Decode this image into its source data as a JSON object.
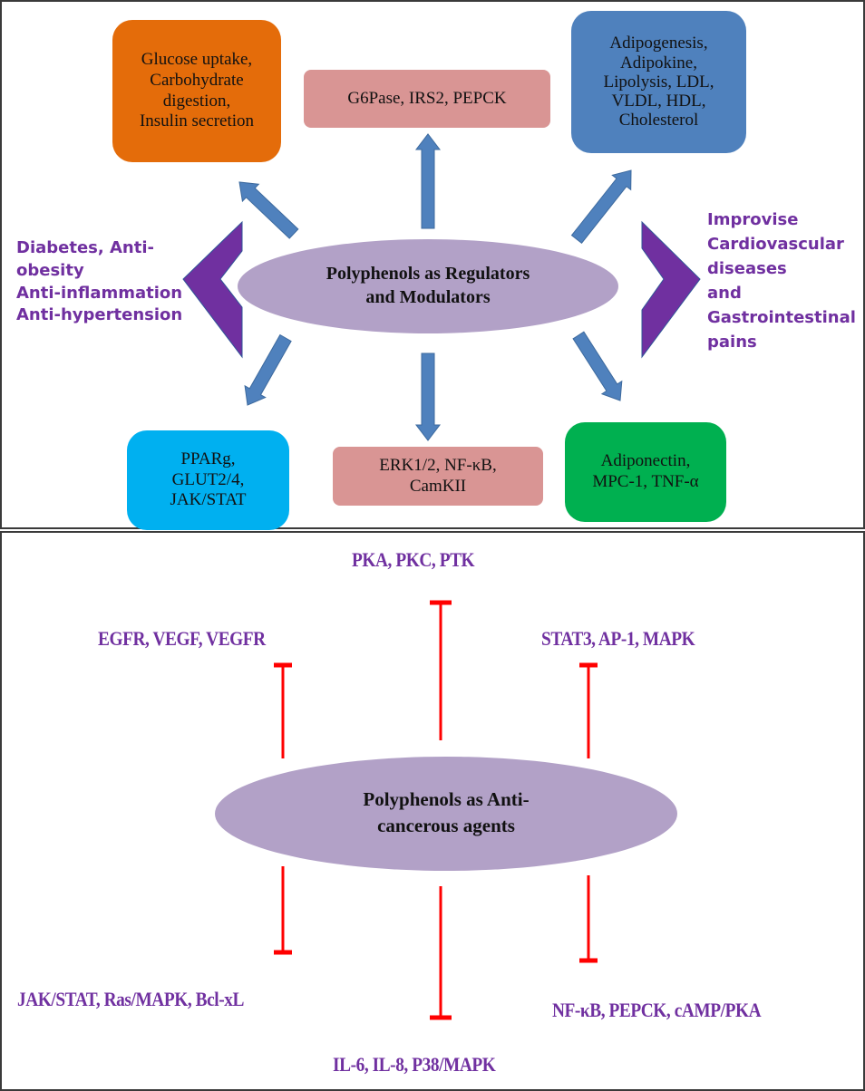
{
  "panels": {
    "regulators": {
      "center": {
        "icon": "ellipse",
        "lines": [
          "Polyphenols as Regulators",
          "and Modulators"
        ],
        "fill": "#b2a1c7"
      },
      "boxes": {
        "top_left": {
          "lines": [
            "Glucose uptake,",
            "Carbohydrate",
            "digestion,",
            "Insulin secretion"
          ],
          "fill": "#e46c0a"
        },
        "top_center": {
          "lines": [
            "G6Pase, IRS2, PEPCK"
          ],
          "fill": "#d99594"
        },
        "top_right": {
          "lines": [
            "Adipogenesis,",
            "Adipokine,",
            "Lipolysis, LDL,",
            "VLDL, HDL,",
            "Cholesterol"
          ],
          "fill": "#4f81bd"
        },
        "bottom_left": {
          "lines": [
            "PPARg,",
            "GLUT2/4,",
            "JAK/STAT"
          ],
          "fill": "#00b0f0"
        },
        "bottom_center": {
          "lines": [
            "ERK1/2, NF-κB,",
            "CamKII"
          ],
          "fill": "#d99594"
        },
        "bottom_right": {
          "lines": [
            "Adiponectin,",
            "MPC-1, TNF-α"
          ],
          "fill": "#00b050"
        }
      },
      "left_effects": [
        "Diabetes, Anti-",
        "obesity",
        "Anti-inflammation",
        "Anti-hypertension"
      ],
      "right_effects": [
        "Improvise",
        "Cardiovascular",
        "diseases",
        "and",
        "Gastrointestinal",
        "pains"
      ],
      "arrow_color": "#4f81bd",
      "chevron_color": "#7030a0",
      "label_color": "#7030a0"
    },
    "anticancer": {
      "center": {
        "icon": "ellipse",
        "lines": [
          "Polyphenols as Anti-",
          "cancerous agents"
        ],
        "fill": "#b2a1c7"
      },
      "inhibited_targets": {
        "top": "PKA, PKC, PTK",
        "upper_left": "EGFR, VEGF, VEGFR",
        "upper_right": "STAT3, AP-1, MAPK",
        "lower_left": "JAK/STAT, Ras/MAPK, Bcl-xL",
        "bottom": "IL-6, IL-8, P38/MAPK",
        "lower_right": "NF-κB, PEPCK, cAMP/PKA"
      },
      "inhibitor_color": "#ff0000",
      "label_color": "#7030a0"
    }
  }
}
